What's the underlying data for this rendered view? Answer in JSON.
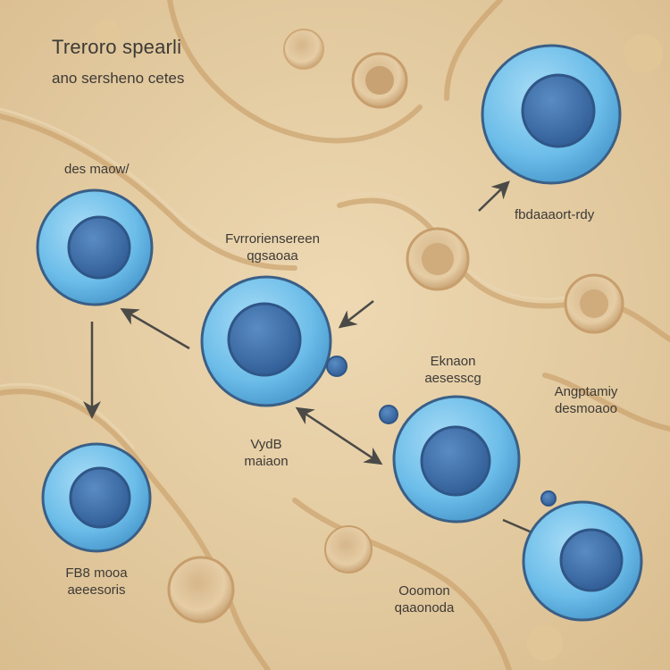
{
  "diagram": {
    "title": "Treroro spearli",
    "subtitle": "ano sersheno cetes",
    "labels": {
      "top_left": "des maow/",
      "center_top": [
        "Fvrroriensereen",
        "qgsaoaa"
      ],
      "top_right": "fbdaaaort-rdy",
      "center_right": [
        "Eknaon",
        "aesesscg"
      ],
      "far_right": [
        "Angptamiy",
        "desmoaoo"
      ],
      "center_bottom": [
        "VydB",
        "maiaon"
      ],
      "bottom_left": [
        "FB8 mooa",
        "aeeesoris"
      ],
      "bottom_center": [
        "Ooomon",
        "qaaonoda"
      ]
    },
    "cell_colors": {
      "membrane": "#76c3ec",
      "nucleus": "#3f75b0",
      "outline": "#3a5f86"
    }
  }
}
